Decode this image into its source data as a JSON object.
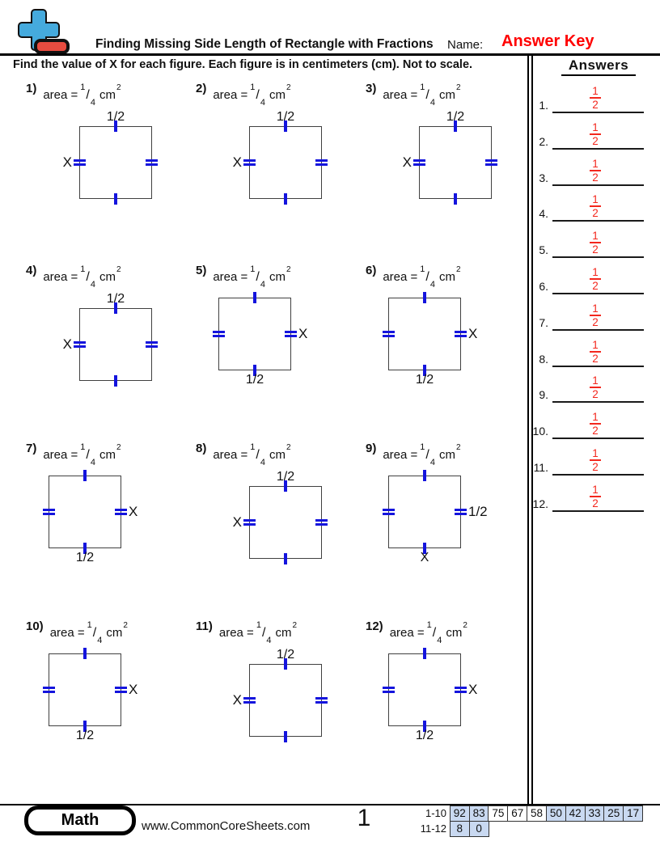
{
  "header": {
    "title": "Finding Missing Side Length of Rectangle with Fractions",
    "name_label": "Name:",
    "answer_key": "Answer Key",
    "instruction": "Find the value of X for each figure. Each figure is in centimeters (cm). Not to scale."
  },
  "area": {
    "prefix": "area =",
    "numerator": "1",
    "slash": "/",
    "denominator": "4",
    "unit": "cm",
    "exponent": "2"
  },
  "problems": [
    {
      "number": "1)",
      "top_label": "1/2",
      "left_label": "X"
    },
    {
      "number": "2)",
      "top_label": "1/2",
      "left_label": "X"
    },
    {
      "number": "3)",
      "top_label": "1/2",
      "left_label": "X"
    },
    {
      "number": "4)",
      "top_label": "1/2",
      "left_label": "X"
    },
    {
      "number": "5)",
      "right_label": "X",
      "bottom_label": "1/2"
    },
    {
      "number": "6)",
      "right_label": "X",
      "bottom_label": "1/2"
    },
    {
      "number": "7)",
      "right_label": "X",
      "bottom_label": "1/2"
    },
    {
      "number": "8)",
      "top_label": "1/2",
      "left_label": "X"
    },
    {
      "number": "9)",
      "right_label": "1/2",
      "bottom_label": "X"
    },
    {
      "number": "10)",
      "right_label": "X",
      "bottom_label": "1/2"
    },
    {
      "number": "11)",
      "top_label": "1/2",
      "left_label": "X"
    },
    {
      "number": "12)",
      "right_label": "X",
      "bottom_label": "1/2"
    }
  ],
  "answers": {
    "heading": "Answers",
    "items": [
      {
        "number": "1.",
        "numerator": "1",
        "denominator": "2"
      },
      {
        "number": "2.",
        "numerator": "1",
        "denominator": "2"
      },
      {
        "number": "3.",
        "numerator": "1",
        "denominator": "2"
      },
      {
        "number": "4.",
        "numerator": "1",
        "denominator": "2"
      },
      {
        "number": "5.",
        "numerator": "1",
        "denominator": "2"
      },
      {
        "number": "6.",
        "numerator": "1",
        "denominator": "2"
      },
      {
        "number": "7.",
        "numerator": "1",
        "denominator": "2"
      },
      {
        "number": "8.",
        "numerator": "1",
        "denominator": "2"
      },
      {
        "number": "9.",
        "numerator": "1",
        "denominator": "2"
      },
      {
        "number": "10.",
        "numerator": "1",
        "denominator": "2"
      },
      {
        "number": "11.",
        "numerator": "1",
        "denominator": "2"
      },
      {
        "number": "12.",
        "numerator": "1",
        "denominator": "2"
      }
    ]
  },
  "footer": {
    "subject": "Math",
    "website": "www.CommonCoreSheets.com",
    "page_number": "1",
    "score_table": {
      "rows": [
        {
          "label": "1-10",
          "cells": [
            {
              "value": "92",
              "highlight": true
            },
            {
              "value": "83",
              "highlight": true
            },
            {
              "value": "75",
              "highlight": false
            },
            {
              "value": "67",
              "highlight": false
            },
            {
              "value": "58",
              "highlight": false
            },
            {
              "value": "50",
              "highlight": true
            },
            {
              "value": "42",
              "highlight": true
            },
            {
              "value": "33",
              "highlight": true
            },
            {
              "value": "25",
              "highlight": true
            },
            {
              "value": "17",
              "highlight": true
            }
          ]
        },
        {
          "label": "11-12",
          "cells": [
            {
              "value": "8",
              "highlight": true
            },
            {
              "value": "0",
              "highlight": true
            }
          ]
        }
      ]
    }
  },
  "colors": {
    "tick_blue": "#1414dd",
    "answer_red": "#f3271d",
    "answer_key_red": "#ff0000",
    "score_highlight": "#c9d9f1",
    "logo_blue": "#45aadd",
    "logo_red": "#e74c40"
  }
}
